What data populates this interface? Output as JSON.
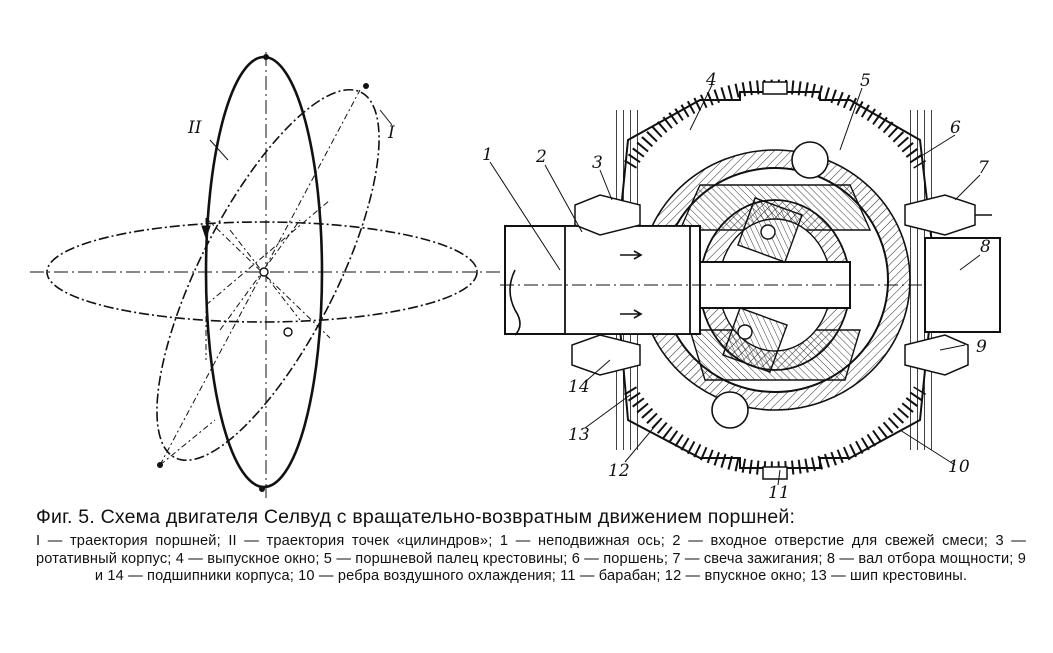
{
  "figure": {
    "left_labels": {
      "II": "II",
      "I": "I"
    },
    "right_labels": {
      "n1": "1",
      "n2": "2",
      "n3": "3",
      "n4": "4",
      "n5": "5",
      "n6": "6",
      "n7": "7",
      "n8": "8",
      "n9": "9",
      "n10": "10",
      "n11": "11",
      "n12": "12",
      "n13": "13",
      "n14": "14"
    }
  },
  "caption": {
    "title": "Фиг. 5. Схема двигателя Селвуд с вращательно-возвратным движением поршней:",
    "legend": "I — траектория поршней; II — траектория точек «цилиндров»; 1 — неподвижная ось; 2 — входное отверстие для свежей смеси; 3 — ротативный корпус; 4 — выпускное окно; 5 — поршневой палец крестовины; 6 — поршень; 7 — свеча зажигания; 8 — вал отбора мощности; 9 и 14 — подшипники корпуса; 10 — ребра воздушного охлаждения; 11 — барабан; 12 — впускное окно; 13 — шип крестовины."
  }
}
